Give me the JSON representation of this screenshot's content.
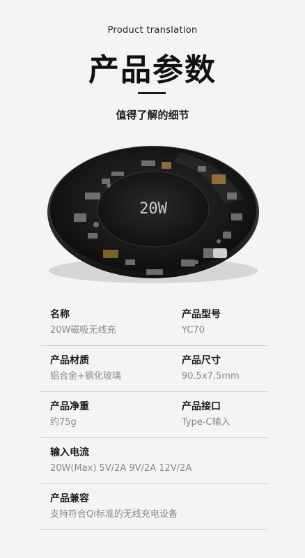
{
  "header": {
    "subtitle_en": "Product translation",
    "title": "产品参数",
    "tagline": "值得了解的细节"
  },
  "product": {
    "display_text": "20W"
  },
  "specs": {
    "rows": [
      [
        {
          "label": "名称",
          "value": "20W磁吸无线充"
        },
        {
          "label": "产品型号",
          "value": "YC70"
        }
      ],
      [
        {
          "label": "产品材质",
          "value": "铝合金+钢化玻璃"
        },
        {
          "label": "产品尺寸",
          "value": "90.5x7.5mm"
        }
      ],
      [
        {
          "label": "产品净重",
          "value": "约75g"
        },
        {
          "label": "产品接口",
          "value": "Type-C输入"
        }
      ],
      [
        {
          "label": "输入电流",
          "value": "20W(Max) 5V/2A 9V/2A 12V/2A"
        }
      ],
      [
        {
          "label": "产品兼容",
          "value": "支持符合Qi标准的无线充电设备"
        }
      ]
    ]
  }
}
